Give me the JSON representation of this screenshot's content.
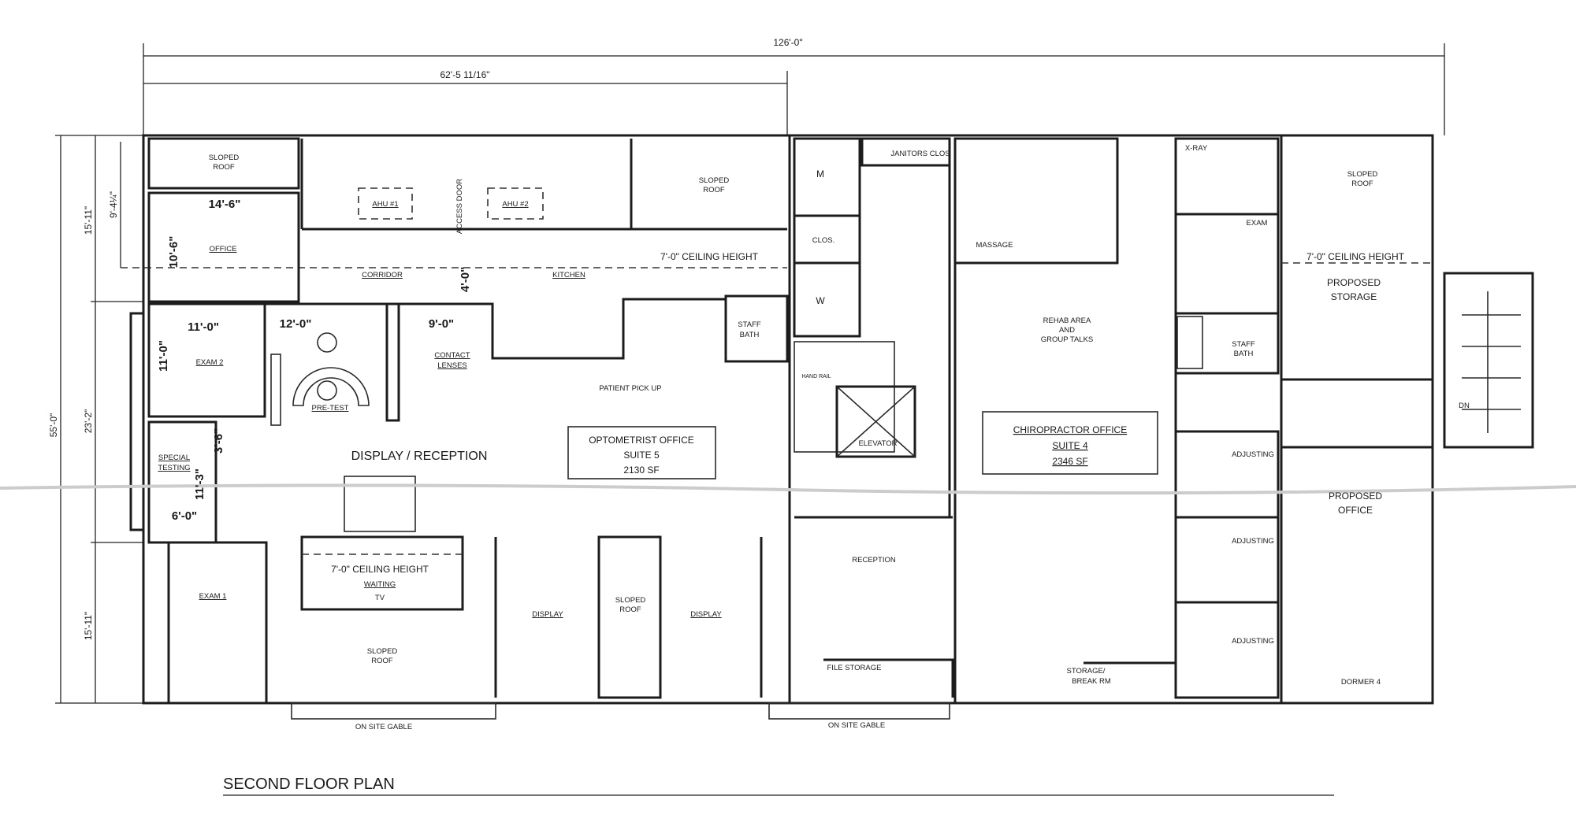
{
  "title": "SECOND FLOOR PLAN",
  "dimensions": {
    "overall_width": "126'-0\"",
    "suite5_width": "62'-5 11/16\"",
    "overall_depth": "55'-0\"",
    "top_depth": "15'-11\"",
    "top_sub": "9'-4¼\"",
    "middle_depth": "23'-2\"",
    "bottom_depth": "15'-11\"",
    "office_width": "14'-6\"",
    "office_depth": "10'-6\"",
    "corridor_width": "4'-0\"",
    "exam2_width": "11'-0\"",
    "exam2_depth": "11'-0\"",
    "pretest_width": "12'-0\"",
    "contact_width": "9'-0\"",
    "special_a": "3'-6\"",
    "special_b": "11'-3\"",
    "special_width": "6'-0\""
  },
  "suite5": {
    "name": "OPTOMETRIST OFFICE",
    "suite": "SUITE 5",
    "area": "2130 SF",
    "rooms": {
      "sloped_roof": "SLOPED\nROOF",
      "office": "OFFICE",
      "ahu1": "AHU #1",
      "ahu2": "AHU #2",
      "access_door": "ACCESS DOOR",
      "corridor": "CORRIDOR",
      "kitchen": "KITCHEN",
      "ceiling": "7'-0\" CEILING HEIGHT",
      "staff_bath_1": "STAFF",
      "staff_bath_2": "BATH",
      "exam2": "EXAM 2",
      "pretest": "PRE-TEST",
      "contact_1": "CONTACT",
      "contact_2": "LENSES",
      "patient_pickup": "PATIENT PICK UP",
      "special_1": "SPECIAL",
      "special_2": "TESTING",
      "display_reception": "DISPLAY / RECEPTION",
      "exam1": "EXAM 1",
      "waiting": "WAITING",
      "tv": "TV",
      "display": "DISPLAY",
      "sloped_1": "SLOPED",
      "sloped_2": "ROOF",
      "gable": "ON SITE GABLE"
    }
  },
  "suite4": {
    "name": "CHIROPRACTOR OFFICE",
    "suite": "SUITE 4",
    "area": "2346 SF",
    "rooms": {
      "men": "M",
      "women": "W",
      "clos": "CLOS.",
      "janitor": "JANITORS CLOS",
      "hand_rail": "HAND RAIL",
      "elevator": "ELEVATOR",
      "massage": "MASSAGE",
      "xray": "X-RAY",
      "exam": "EXAM",
      "rehab_1": "REHAB AREA",
      "rehab_2": "AND",
      "rehab_3": "GROUP TALKS",
      "staff_1": "STAFF",
      "staff_2": "BATH",
      "adjusting": "ADJUSTING",
      "reception": "RECEPTION",
      "file_storage": "FILE STORAGE",
      "storage_1": "STORAGE/",
      "storage_2": "BREAK RM",
      "gable": "ON SITE GABLE"
    }
  },
  "east": {
    "sloped_1": "SLOPED",
    "sloped_2": "ROOF",
    "ceiling": "7'-0\" CEILING HEIGHT",
    "storage_1": "PROPOSED",
    "storage_2": "STORAGE",
    "office_1": "PROPOSED",
    "office_2": "OFFICE",
    "dormer": "DORMER 4",
    "down": "DN"
  }
}
